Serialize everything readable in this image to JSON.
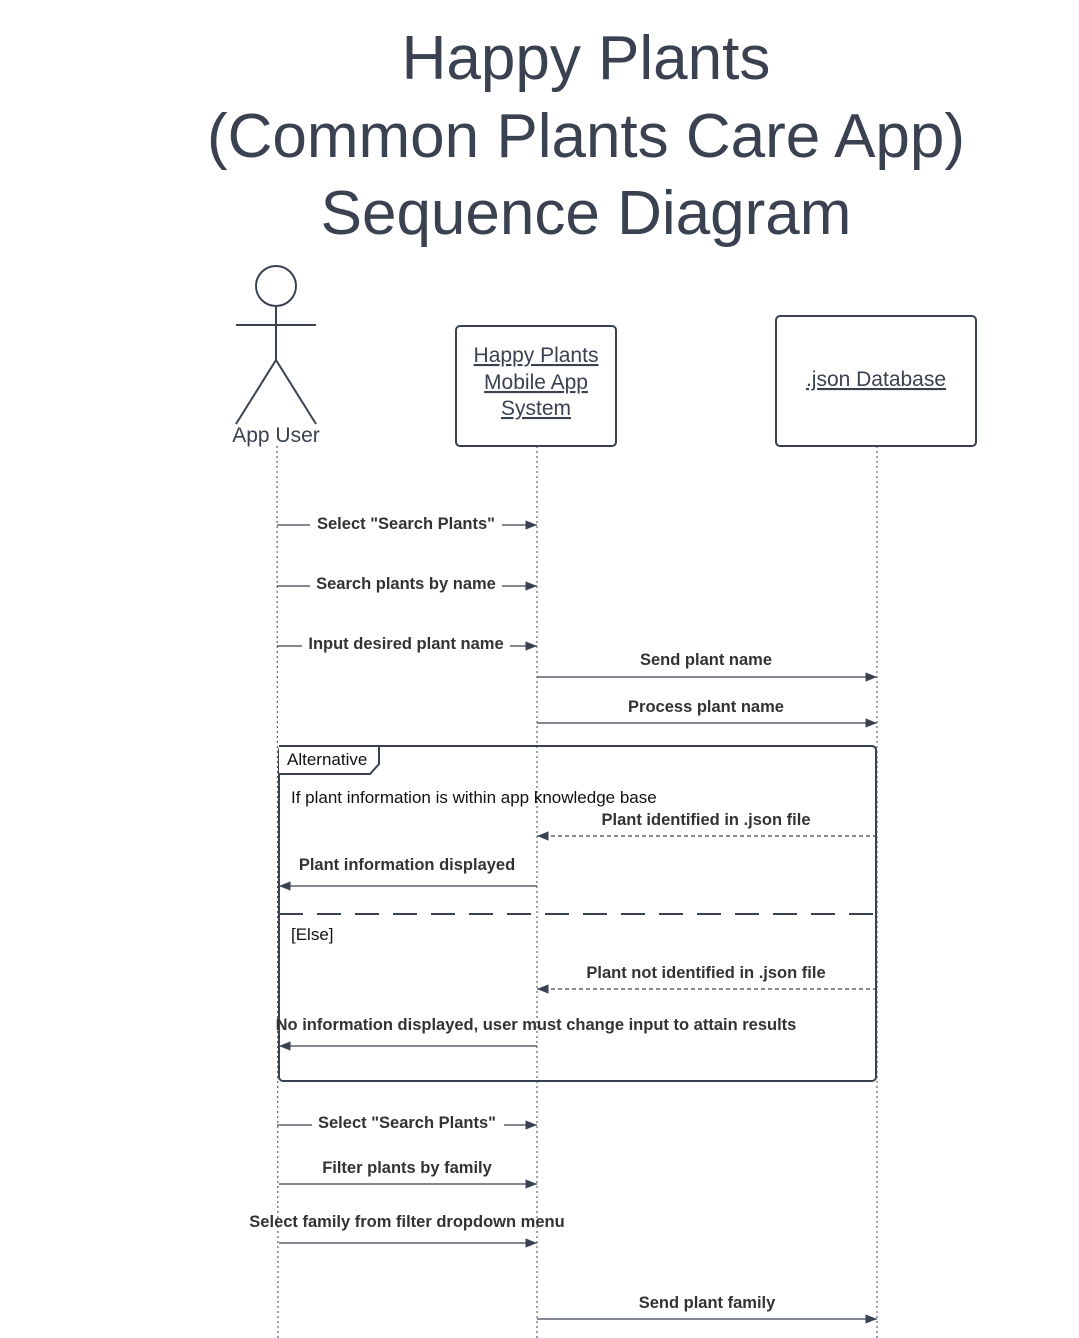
{
  "title": {
    "line1": "Happy Plants",
    "line2": "(Common Plants Care App)",
    "line3": "Sequence Diagram"
  },
  "participants": {
    "actor": "App User",
    "app_system": [
      "Happy Plants",
      "Mobile App",
      "System"
    ],
    "database": ".json Database"
  },
  "alternative_fragment": {
    "label": "Alternative",
    "condition": "If plant information is within app knowledge base",
    "else_label": "[Else]"
  },
  "messages": {
    "m1": "Select \"Search Plants\"",
    "m2": "Search plants by name",
    "m3": "Input desired plant name",
    "m4": "Send plant name",
    "m5": "Process plant name",
    "m6": "Plant identified in .json file",
    "m7": "Plant information displayed",
    "m8": "Plant not identified in .json file",
    "m9": "No information displayed, user must change input to attain results",
    "m10": "Select \"Search Plants\"",
    "m11": "Filter plants by family",
    "m12": "Select family from filter dropdown menu",
    "m13": "Send plant family"
  },
  "colors": {
    "stroke": "#3a4150",
    "text": "#333333",
    "background": "#ffffff"
  }
}
